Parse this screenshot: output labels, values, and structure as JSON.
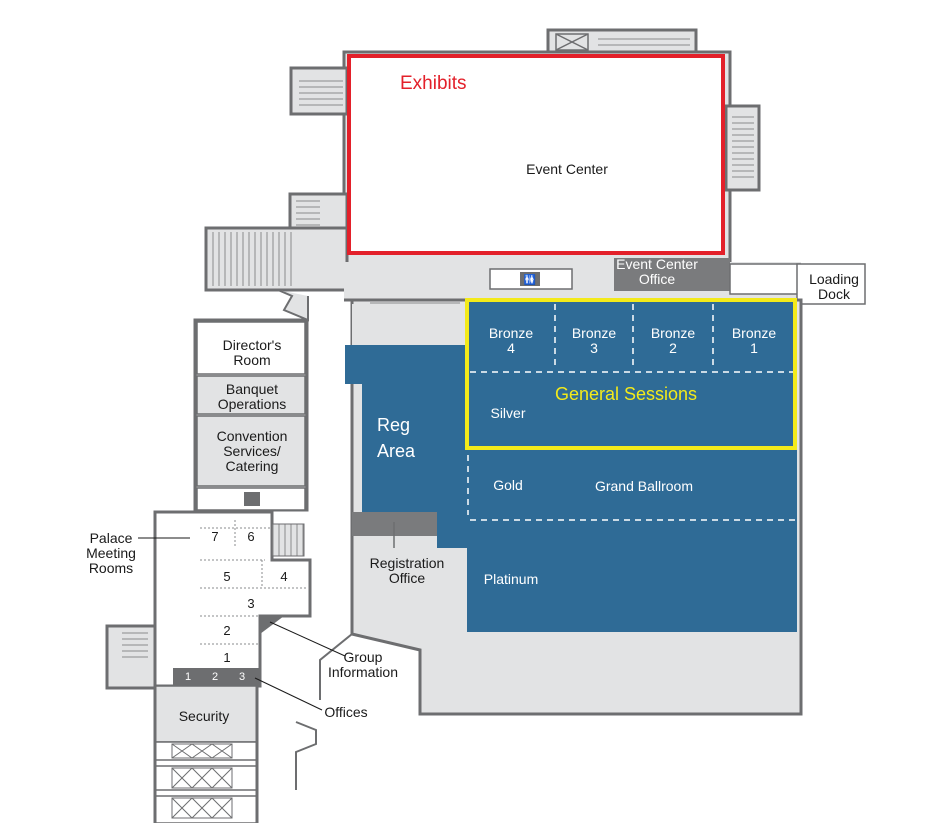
{
  "labels": {
    "exhibits": "Exhibits",
    "event_center": "Event Center",
    "event_center_office": "Event Center\nOffice",
    "loading_dock": "Loading\nDock",
    "bronze_4": "Bronze\n4",
    "bronze_3": "Bronze\n3",
    "bronze_2": "Bronze\n2",
    "bronze_1": "Bronze\n1",
    "general_sessions": "General Sessions",
    "silver": "Silver",
    "gold": "Gold",
    "grand_ballroom": "Grand Ballroom",
    "platinum": "Platinum",
    "reg_area": "Reg\nArea",
    "registration_office": "Registration\nOffice",
    "directors_room": "Director's\nRoom",
    "banquet_operations": "Banquet\nOperations",
    "convention_services": "Convention\nServices/\nCatering",
    "palace_meeting_rooms": "Palace\nMeeting\nRooms",
    "group_information": "Group\nInformation",
    "offices": "Offices",
    "security": "Security"
  },
  "palace_rooms": [
    "7",
    "6",
    "5",
    "4",
    "3",
    "2",
    "1"
  ],
  "office_numbers": [
    "1",
    "2",
    "3"
  ],
  "restroom_icon": "restroom-icon",
  "colors": {
    "building": "#e2e3e4",
    "outline": "#6d6e70",
    "ballroom": "#2f6b96",
    "exhibits_highlight": "#e3202a",
    "general_sessions_highlight": "#f3ea1a",
    "dark_block": "#7a7b7d"
  }
}
